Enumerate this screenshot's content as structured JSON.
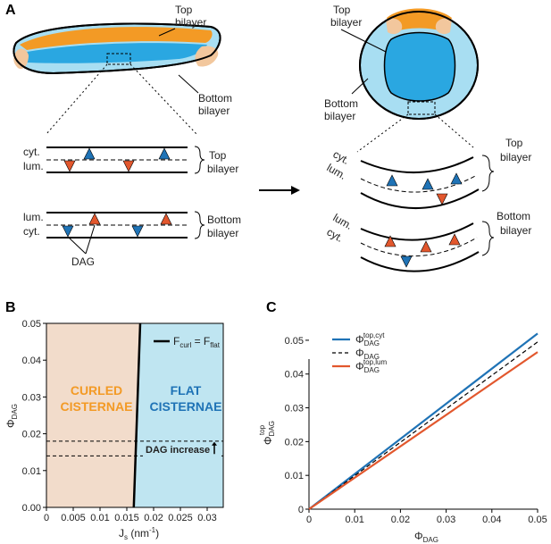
{
  "panel_a": {
    "letter": "A",
    "top_bilayer": "Top bilayer",
    "top_line1": "Top",
    "bilayer": "bilayer",
    "bottom_line1": "Bottom",
    "cyt": "cyt.",
    "lum": "lum.",
    "dag": "DAG",
    "colors": {
      "orange": "#f39a25",
      "blue": "#2aa7e1",
      "light_blue": "#a8def2",
      "peach": "#f2c79d",
      "tri_blue": "#1f73b6",
      "tri_red": "#e2572d"
    }
  },
  "panel_b": {
    "letter": "B",
    "curled_1": "CURLED",
    "curled_2": "CISTERNAE",
    "flat_1": "FLAT",
    "flat_2": "CISTERNAE",
    "dag_increase": "DAG increase",
    "legend_f": "F",
    "legend_curl": "curl",
    "legend_eq": " = F",
    "legend_flat": "flat",
    "colors": {
      "curled_bg": "#f2dccb",
      "flat_bg": "#bfe5f1",
      "curled_text": "#f39a25",
      "flat_text": "#1f73b6"
    }
  },
  "panel_c": {
    "letter": "C",
    "colors": {
      "cyt": "#1f73b6",
      "lum": "#e2572d",
      "mean": "#000000"
    }
  },
  "chart_data": [
    {
      "type": "line",
      "panel": "B",
      "xlabel_main": "J",
      "xlabel_sub": "s",
      "xlabel_unit": " (nm",
      "xlabel_sup": "-1",
      "xlabel_close": ")",
      "ylabel_main": "Φ",
      "ylabel_sub": "DAG",
      "xlim": [
        0,
        0.033
      ],
      "ylim": [
        0,
        0.05
      ],
      "xticks": [
        "0",
        "0.005",
        "0.01",
        "0.015",
        "0.02",
        "0.025",
        "0.03"
      ],
      "xtick_values": [
        0,
        0.005,
        0.01,
        0.015,
        0.02,
        0.025,
        0.03
      ],
      "yticks": [
        "0.00",
        "0.01",
        "0.02",
        "0.03",
        "0.04",
        "0.05"
      ],
      "ytick_values": [
        0,
        0.01,
        0.02,
        0.03,
        0.04,
        0.05
      ],
      "boundary": {
        "x": [
          0.0163,
          0.0166,
          0.0169,
          0.0172,
          0.0175
        ],
        "y": [
          0.0,
          0.0125,
          0.025,
          0.0375,
          0.05
        ]
      },
      "dashed_levels": [
        0.014,
        0.018
      ],
      "legend": "F_curl = F_flat"
    },
    {
      "type": "line",
      "panel": "C",
      "xlabel_main": "Φ",
      "xlabel_sub": "DAG",
      "ylabel_main": "Φ",
      "ylabel_sub": "DAG",
      "ylabel_sup": "top",
      "xlim": [
        0,
        0.05
      ],
      "ylim": [
        0,
        0.055
      ],
      "xticks": [
        "0",
        "0.01",
        "0.02",
        "0.03",
        "0.04",
        "0.05"
      ],
      "xtick_values": [
        0,
        0.01,
        0.02,
        0.03,
        0.04,
        0.05
      ],
      "yticks": [
        "0",
        "0.01",
        "0.02",
        "0.03",
        "0.04",
        "0.05"
      ],
      "ytick_values": [
        0,
        0.01,
        0.02,
        0.03,
        0.04,
        0.05
      ],
      "series": [
        {
          "name_main": "Φ",
          "name_sub": "DAG",
          "name_sup": "top,cyt",
          "style": "solid",
          "x": [
            0,
            0.05
          ],
          "y": [
            0,
            0.052
          ]
        },
        {
          "name_main": "Φ",
          "name_sub": "DAG",
          "name_sup": "",
          "style": "dashed",
          "x": [
            0,
            0.05
          ],
          "y": [
            0,
            0.0495
          ]
        },
        {
          "name_main": "Φ",
          "name_sub": "DAG",
          "name_sup": "top,lum",
          "style": "solid",
          "x": [
            0,
            0.05
          ],
          "y": [
            0,
            0.0465
          ]
        }
      ]
    }
  ]
}
